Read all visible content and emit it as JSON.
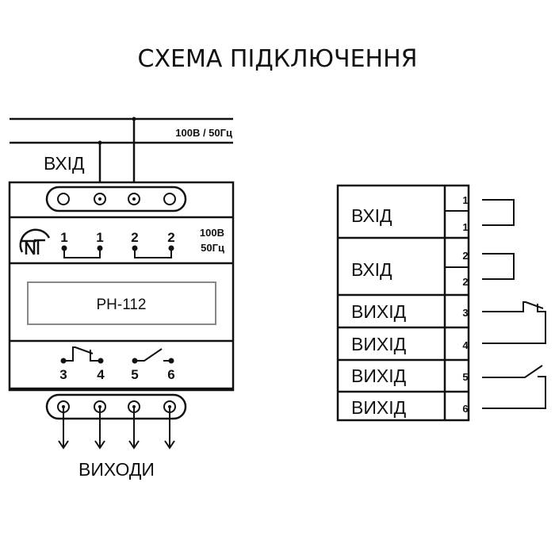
{
  "title": "СХЕМА ПІДКЛЮЧЕННЯ",
  "supply": {
    "label": "100В / 50Гц"
  },
  "input_label": "ВХІД",
  "output_label": "ВИХОДИ",
  "device": {
    "model": "РН-112",
    "logo": "NT-logo",
    "rating_voltage": "100В",
    "rating_freq": "50Гц",
    "input_terminals": [
      "1",
      "1",
      "2",
      "2"
    ],
    "output_terminals": [
      "3",
      "4",
      "5",
      "6"
    ]
  },
  "table": {
    "rows": [
      {
        "label": "ВХІД",
        "terminals": [
          "1",
          "1"
        ],
        "link": "jumper"
      },
      {
        "label": "ВХІД",
        "terminals": [
          "2",
          "2"
        ],
        "link": "jumper"
      },
      {
        "label": "ВИХІД",
        "terminals": [
          "3"
        ],
        "link": "normally-closed-contact"
      },
      {
        "label": "ВИХІД",
        "terminals": [
          "4"
        ],
        "link": "normally-closed-contact"
      },
      {
        "label": "ВИХІД",
        "terminals": [
          "5"
        ],
        "link": "normally-open-contact"
      },
      {
        "label": "ВИХІД",
        "terminals": [
          "6"
        ],
        "link": "normally-open-contact"
      }
    ]
  }
}
